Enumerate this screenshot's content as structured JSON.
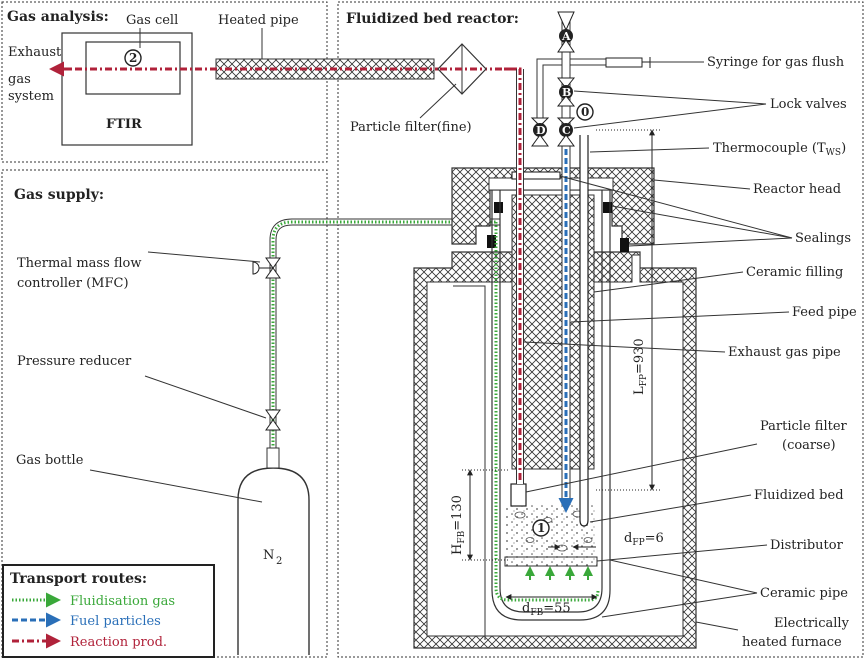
{
  "panels": {
    "gas_analysis": "Gas analysis:",
    "gas_supply": "Gas supply:",
    "reactor": "Fluidized bed reactor:",
    "transport": "Transport routes:"
  },
  "gas_analysis": {
    "gas_cell": "Gas cell",
    "heated_pipe": "Heated pipe",
    "ftir": "FTIR",
    "exhaust": [
      "Exhaust",
      "gas",
      "system"
    ],
    "particle_filter_fine": "Particle filter(fine)",
    "marker": "2"
  },
  "gas_supply": {
    "mfc": [
      "Thermal mass flow",
      "controller (MFC)"
    ],
    "pressure_reducer": "Pressure reducer",
    "gas_bottle": "Gas bottle",
    "n2": "N",
    "n2_sub": "2"
  },
  "reactor": {
    "valves": [
      "A",
      "B",
      "C",
      "D"
    ],
    "marker0": "0",
    "marker1": "1",
    "syringe": "Syringe for gas flush",
    "lock_valves": "Lock valves",
    "thermocouple": "Thermocouple (T",
    "thermocouple_sub": "WS",
    "thermocouple_end": ")",
    "reactor_head": "Reactor head",
    "sealings": "Sealings",
    "ceramic_filling": "Ceramic filling",
    "feed_pipe": "Feed pipe",
    "exhaust_gas_pipe": "Exhaust gas pipe",
    "particle_filter_coarse": [
      "Particle filter",
      "(coarse)"
    ],
    "fluidized_bed": "Fluidized bed",
    "distributor": "Distributor",
    "ceramic_pipe": "Ceramic pipe",
    "furnace": [
      "Electrically",
      "heated furnace"
    ],
    "lfp_main": "L",
    "lfp_sub": "FP",
    "lfp_val": "=930",
    "hfb_main": "H",
    "hfb_sub": "FB",
    "hfb_val": "=130",
    "dfp_main": "d",
    "dfp_sub": "FP",
    "dfp_val": "=6",
    "dfb_main": "d",
    "dfb_sub": "FB",
    "dfb_val": "=55"
  },
  "legend": {
    "fluid": "Fluidisation gas",
    "fuel": "Fuel particles",
    "reaction": "Reaction prod."
  },
  "colors": {
    "fluidisation": "#3aa83a",
    "fuel": "#2a6fb8",
    "reaction": "#b0223a"
  }
}
